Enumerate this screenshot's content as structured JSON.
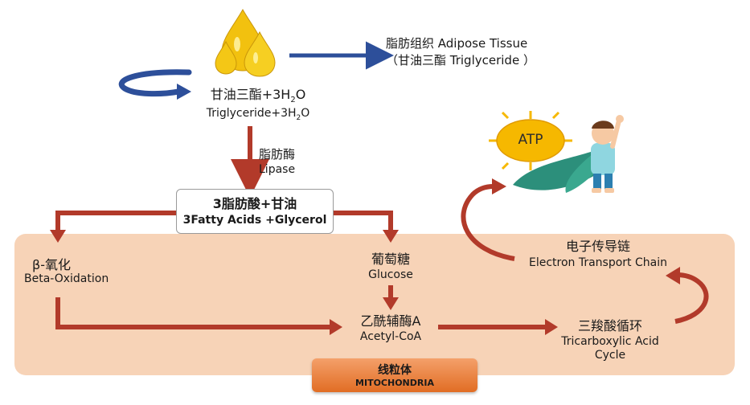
{
  "triglyceride": {
    "zh_prefix": "甘油三酯+3H",
    "zh_sub": "2",
    "zh_suffix": "O",
    "en_prefix": "Triglyceride+3H",
    "en_sub": "2",
    "en_suffix": "O"
  },
  "adipose": {
    "line1": "脂肪组织 Adipose Tissue",
    "line2": "（甘油三酯 Triglyceride ）"
  },
  "lipase": {
    "zh": "脂肪酶",
    "en": "Lipase"
  },
  "fatty_acids": {
    "zh": "3脂肪酸+甘油",
    "en": "3Fatty Acids +Glycerol"
  },
  "beta_oxidation": {
    "zh": "β-氧化",
    "en": "Beta-Oxidation"
  },
  "glucose": {
    "zh": "葡萄糖",
    "en": "Glucose"
  },
  "acetyl_coa": {
    "zh": "乙酰辅酶A",
    "en": "Acetyl-CoA"
  },
  "tca": {
    "zh": "三羧酸循环",
    "en1": "Tricarboxylic Acid",
    "en2": "Cycle"
  },
  "etc": {
    "zh": "电子传导链",
    "en": "Electron Transport Chain"
  },
  "atp": {
    "label": "ATP"
  },
  "mitochondria": {
    "zh": "线粒体",
    "en": "MITOCHONDRIA"
  },
  "colors": {
    "arrow_red": "#b23a2a",
    "arrow_blue": "#2d4f9a",
    "mito_fill": "#f7d3b7",
    "badge": "#e8793a",
    "sun": "#f6b800"
  },
  "icons": [
    "oil-drops-icon",
    "recycle-arrow-icon",
    "sun-icon",
    "superhero-icon"
  ]
}
